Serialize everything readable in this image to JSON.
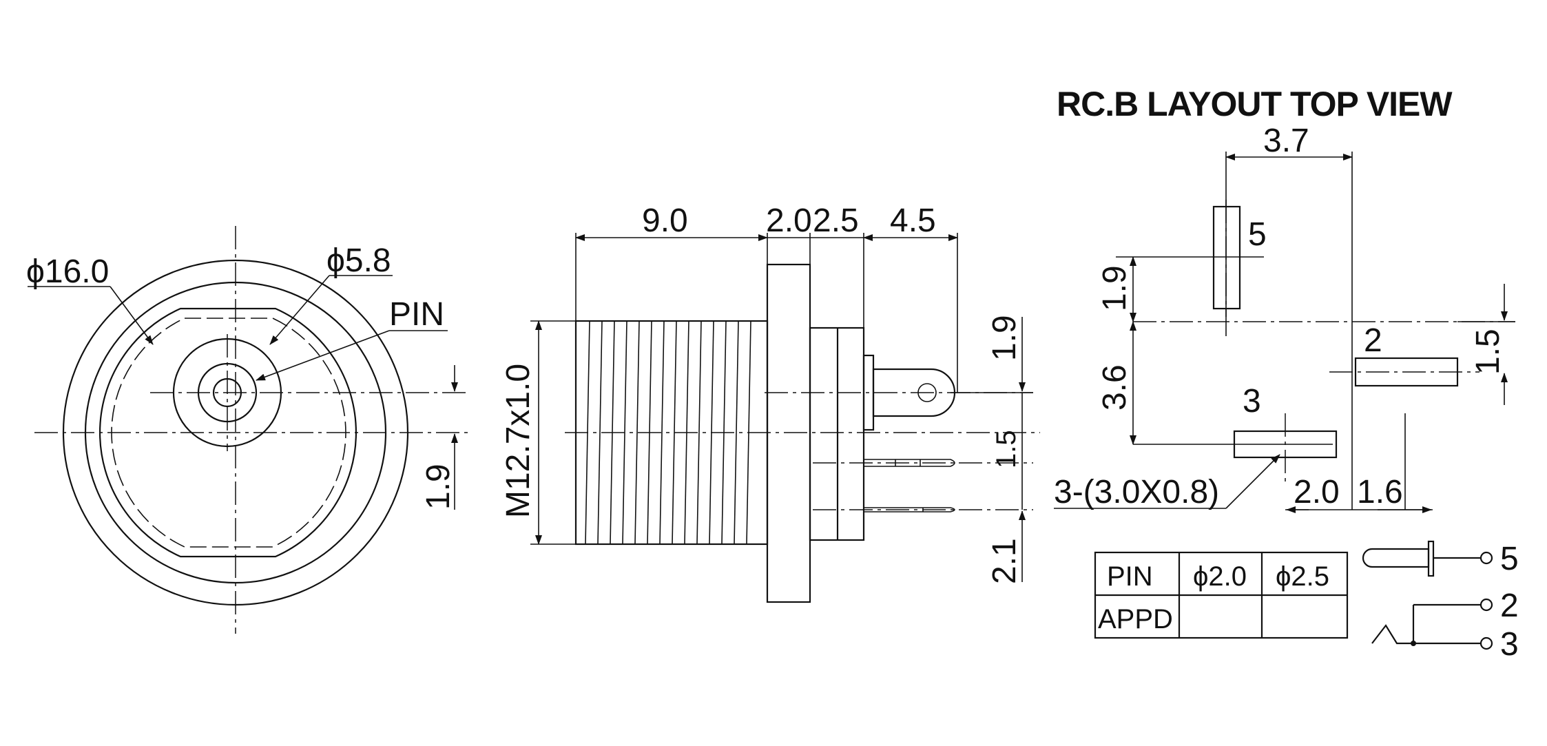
{
  "front_view": {
    "outer_diameter": "ϕ16.0",
    "inner_diameter": "ϕ5.8",
    "pin_label": "PIN",
    "offset_dim": "1.9"
  },
  "side_view": {
    "len_thread": "9.0",
    "len_flange": "2.0",
    "len_body": "2.5",
    "len_tab": "4.5",
    "thread_spec": "M12.7x1.0",
    "v_dim_top": "1.9",
    "v_dim_mid": "1.5",
    "v_dim_bottom": "2.1"
  },
  "pcb": {
    "title": "RC.B LAYOUT TOP VIEW",
    "dim_top": "3.7",
    "dim_left_upper": "1.9",
    "dim_left_lower": "3.6",
    "dim_right": "1.5",
    "dim_bottom_a": "2.0",
    "dim_bottom_b": "1.6",
    "slot_note": "3-(3.0X0.8)",
    "pad_5": "5",
    "pad_2": "2",
    "pad_3": "3"
  },
  "table": {
    "headers": [
      "PIN",
      "ϕ2.0",
      "ϕ2.5"
    ],
    "row_label": "APPD"
  },
  "schematic": {
    "pin_5": "5",
    "pin_2": "2",
    "pin_3": "3"
  }
}
